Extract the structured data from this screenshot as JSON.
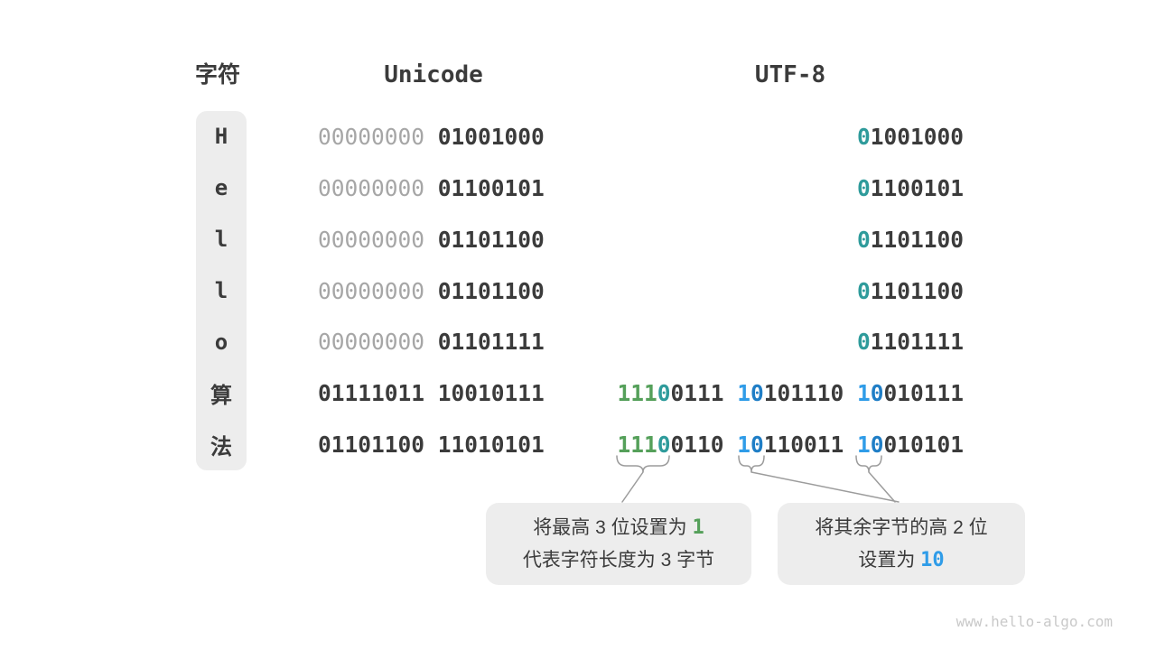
{
  "headers": {
    "char": "字符",
    "unicode": "Unicode",
    "utf8": "UTF-8"
  },
  "colors": {
    "prefix_one_green": "#55a05a",
    "prefix_zero_teal": "#2e9b9b",
    "cont_one_blue": "#2f9ce8",
    "cont_zero_darkblue": "#1f7ec6",
    "text_dark": "#3b3b3b",
    "leading_zeros_gray": "#a6a6a6",
    "box_background": "#ededed"
  },
  "rows": [
    {
      "char": "H",
      "uni_hi": "00000000",
      "uni_lo": "01001000",
      "utf8": {
        "bytes": [
          {
            "zero": "0",
            "rest": "1001000"
          }
        ]
      }
    },
    {
      "char": "e",
      "uni_hi": "00000000",
      "uni_lo": "01100101",
      "utf8": {
        "bytes": [
          {
            "zero": "0",
            "rest": "1100101"
          }
        ]
      }
    },
    {
      "char": "l",
      "uni_hi": "00000000",
      "uni_lo": "01101100",
      "utf8": {
        "bytes": [
          {
            "zero": "0",
            "rest": "1101100"
          }
        ]
      }
    },
    {
      "char": "l",
      "uni_hi": "00000000",
      "uni_lo": "01101100",
      "utf8": {
        "bytes": [
          {
            "zero": "0",
            "rest": "1101100"
          }
        ]
      }
    },
    {
      "char": "o",
      "uni_hi": "00000000",
      "uni_lo": "01101111",
      "utf8": {
        "bytes": [
          {
            "zero": "0",
            "rest": "1101111"
          }
        ]
      }
    },
    {
      "char": "算",
      "uni_hi": "01111011",
      "uni_lo": "10010111",
      "utf8": {
        "bytes": [
          {
            "ones": "111",
            "zero": "0",
            "rest": "0111"
          },
          {
            "ones": "1",
            "zero": "0",
            "rest": "101110"
          },
          {
            "ones": "1",
            "zero": "0",
            "rest": "010111"
          }
        ]
      }
    },
    {
      "char": "法",
      "uni_hi": "01101100",
      "uni_lo": "11010101",
      "utf8": {
        "bytes": [
          {
            "ones": "111",
            "zero": "0",
            "rest": "0110"
          },
          {
            "ones": "1",
            "zero": "0",
            "rest": "110011"
          },
          {
            "ones": "1",
            "zero": "0",
            "rest": "010101"
          }
        ]
      }
    }
  ],
  "callouts": {
    "left": {
      "line1_prefix": "将最高 3 位设置为 ",
      "line1_highlight": "1",
      "line2": "代表字符长度为 3 字节"
    },
    "right": {
      "line1": "将其余字节的高 2 位",
      "line2_prefix": "设置为 ",
      "line2_highlight": "10"
    }
  },
  "watermark": "www.hello-algo.com"
}
